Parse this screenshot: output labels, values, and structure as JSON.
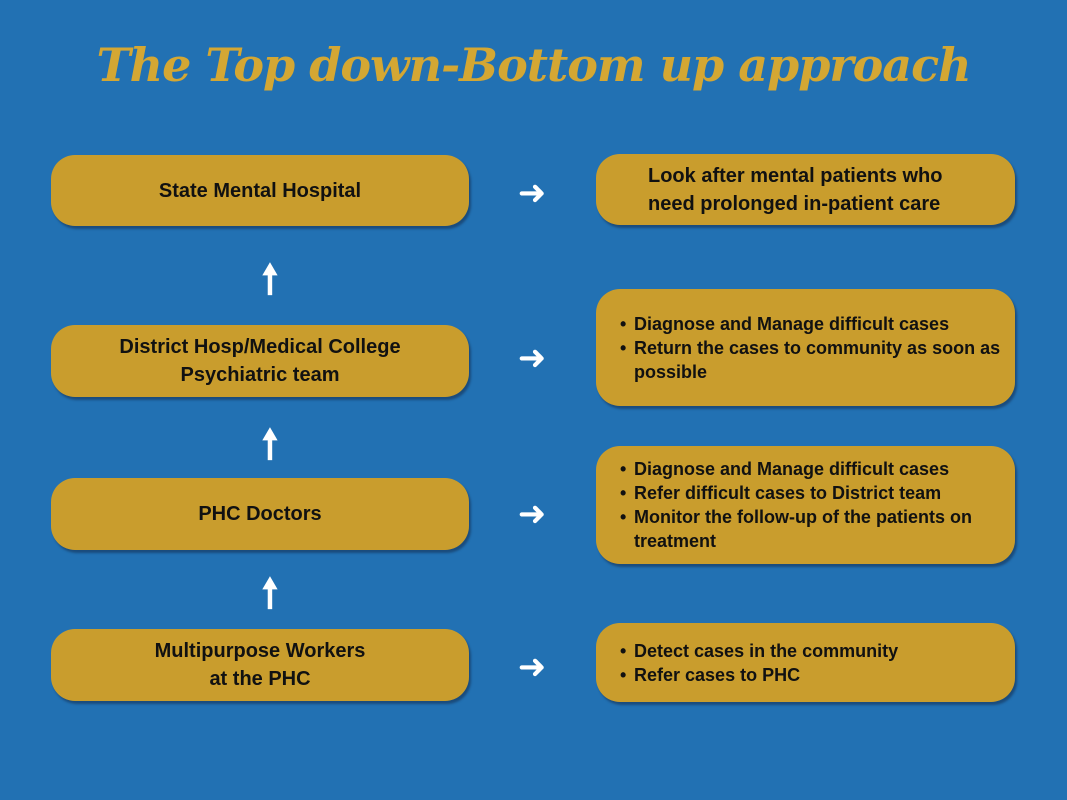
{
  "title": "The Top down-Bottom up approach",
  "levels": [
    {
      "name_lines": [
        "State Mental Hospital"
      ],
      "role_plain": [
        "Look after mental patients who",
        "need prolonged in-patient care"
      ]
    },
    {
      "name_lines": [
        "District Hosp/Medical College",
        "Psychiatric team"
      ],
      "role_bullets": [
        "Diagnose and Manage difficult cases",
        "Return the cases to community as soon as possible"
      ]
    },
    {
      "name_lines": [
        "PHC Doctors"
      ],
      "role_bullets": [
        "Diagnose and Manage difficult cases",
        "Refer difficult cases to District team",
        "Monitor the follow-up of the patients on treatment"
      ]
    },
    {
      "name_lines": [
        "Multipurpose Workers",
        "at the PHC"
      ],
      "role_bullets": [
        "Detect cases in the community",
        "Refer cases to PHC"
      ]
    }
  ],
  "icons": {
    "right_arrow": "arrow-right-icon",
    "up_arrow": "arrow-up-icon"
  },
  "colors": {
    "background": "#2271b3",
    "box": "#c99d2d",
    "title": "#d4a733",
    "arrow": "#ffffff"
  }
}
